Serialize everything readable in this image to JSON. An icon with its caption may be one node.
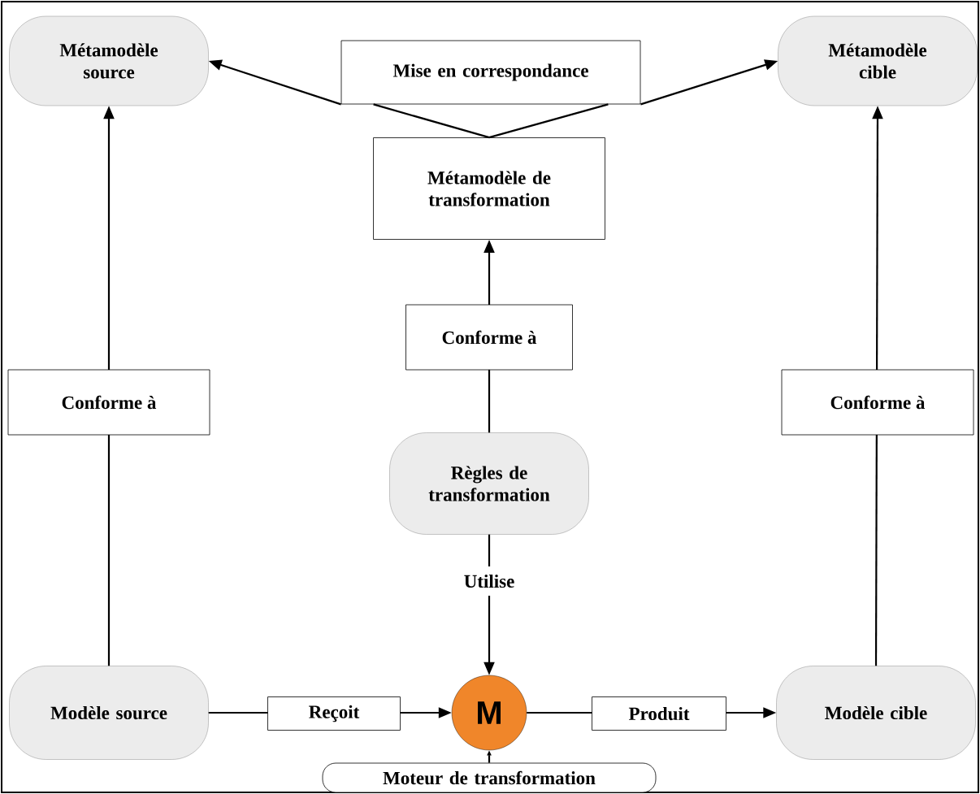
{
  "diagram": {
    "nodes": [
      {
        "text": [
          "Métamodèle source"
        ]
      },
      {
        "text": [
          "Mise en correspondance"
        ]
      },
      {
        "text": [
          "Métamodèle cible"
        ]
      },
      {
        "text": [
          "Métamodèle de transformation"
        ]
      },
      {
        "text": [
          "Règles de transformation"
        ]
      },
      {
        "text": [
          "Modèle source"
        ]
      },
      {
        "text": [
          "M"
        ]
      },
      {
        "text": [
          "Modèle cible"
        ]
      },
      {
        "text": [
          "Moteur de transformation"
        ]
      }
    ],
    "edges": [
      {
        "from": 1,
        "to": 0,
        "arrow": "to"
      },
      {
        "from": 1,
        "to": 2,
        "arrow": "to"
      },
      {
        "from": 3,
        "to": 1,
        "arrow": "none"
      },
      {
        "from": 5,
        "to": 0,
        "arrow": "to",
        "label": "Conforme à"
      },
      {
        "from": 4,
        "to": 3,
        "arrow": "to",
        "label": "Conforme à"
      },
      {
        "from": 7,
        "to": 2,
        "arrow": "to",
        "label": "Conforme à"
      },
      {
        "from": 4,
        "to": 6,
        "arrow": "to",
        "label": "Utilise"
      },
      {
        "from": 5,
        "to": 6,
        "arrow": "to",
        "label": "Reçoit"
      },
      {
        "from": 6,
        "to": 7,
        "arrow": "to",
        "label": "Produit"
      },
      {
        "from": 8,
        "to": 6,
        "arrow": "to"
      }
    ]
  }
}
